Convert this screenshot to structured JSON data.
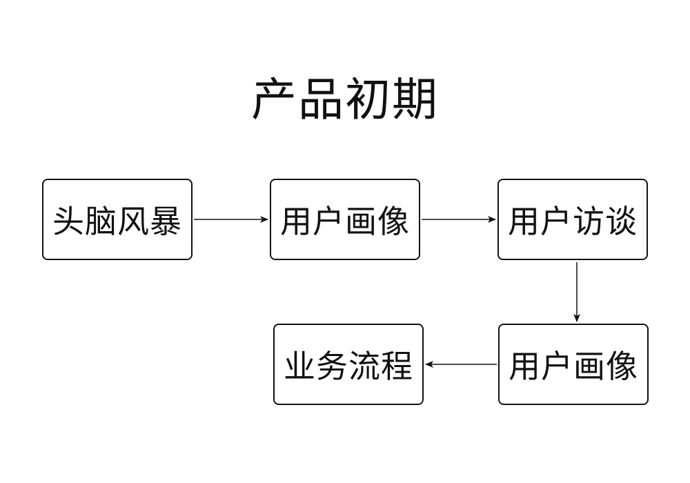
{
  "diagram": {
    "title": "产品初期",
    "nodes": [
      {
        "id": "n1",
        "label": "头脑风暴"
      },
      {
        "id": "n2",
        "label": "用户画像"
      },
      {
        "id": "n3",
        "label": "用户访谈"
      },
      {
        "id": "n4",
        "label": "用户画像"
      },
      {
        "id": "n5",
        "label": "业务流程"
      }
    ],
    "edges": [
      {
        "from": "n1",
        "to": "n2"
      },
      {
        "from": "n2",
        "to": "n3"
      },
      {
        "from": "n3",
        "to": "n4"
      },
      {
        "from": "n4",
        "to": "n5"
      }
    ],
    "colors": {
      "stroke": "#111111",
      "background": "#ffffff"
    }
  }
}
